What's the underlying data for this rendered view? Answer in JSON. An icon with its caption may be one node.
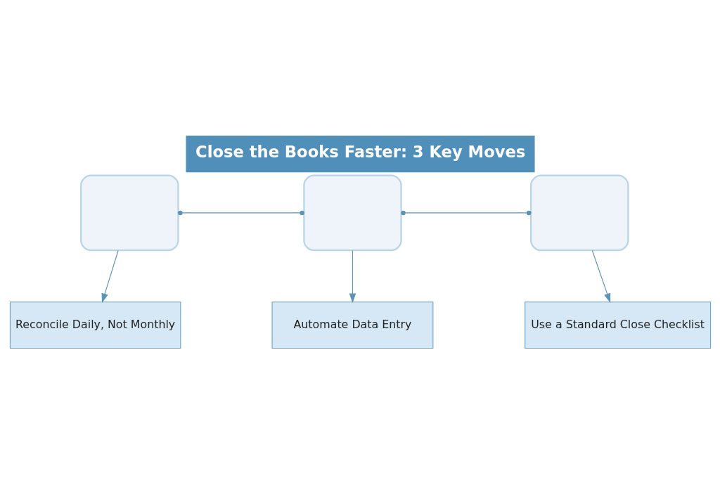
{
  "diagram": {
    "title": "Close the Books Faster: 3 Key Moves",
    "nodes": [
      {
        "text": [],
        "shape": "box"
      },
      {
        "text": [],
        "shape": "box"
      },
      {
        "text": [],
        "shape": "box"
      },
      {
        "text": [
          "Reconcile Daily, Not Monthly"
        ]
      },
      {
        "text": [
          "Automate Data Entry"
        ]
      },
      {
        "text": [
          "Use a Standard Close Checklist"
        ]
      }
    ],
    "edges": [
      {
        "from": 0,
        "to": 1,
        "arrow": "other"
      },
      {
        "from": 1,
        "to": 2,
        "arrow": "other"
      },
      {
        "from": 0,
        "to": 3,
        "arrow": "to"
      },
      {
        "from": 1,
        "to": 4,
        "arrow": "to"
      },
      {
        "from": 2,
        "to": 5,
        "arrow": "to"
      }
    ]
  }
}
